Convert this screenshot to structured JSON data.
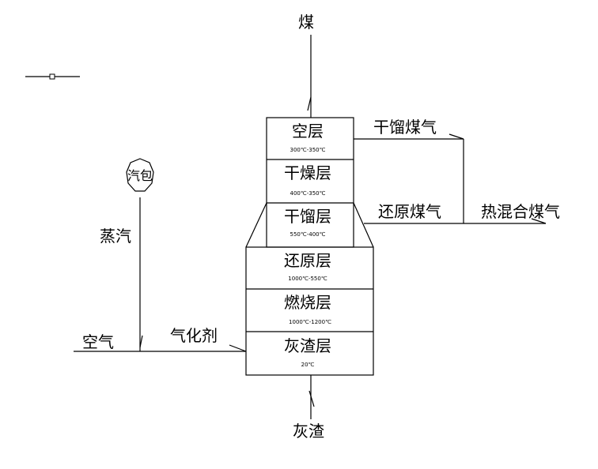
{
  "inputs": {
    "coal": "煤",
    "air": "空气",
    "steam": "蒸汽",
    "gasifying_agent": "气化剂",
    "steam_drum": "汽包"
  },
  "outputs": {
    "dry_distillation_gas": "干馏煤气",
    "reduction_gas": "还原煤气",
    "mixed_hot_gas": "热混合煤气",
    "ash": "灰渣"
  },
  "layers": [
    {
      "name": "空层",
      "temp": "300℃-350℃"
    },
    {
      "name": "干燥层",
      "temp": "400℃-350℃"
    },
    {
      "name": "干馏层",
      "temp": "550℃-400℃"
    },
    {
      "name": "还原层",
      "temp": "1000℃-550℃"
    },
    {
      "name": "燃烧层",
      "temp": "1000℃-1200℃"
    },
    {
      "name": "灰渣层",
      "temp": "20℃"
    }
  ]
}
